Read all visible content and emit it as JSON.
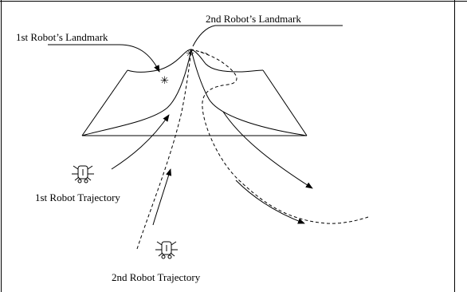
{
  "labels": {
    "first_landmark": "1st Robot’s Landmark",
    "second_landmark": "2nd Robot’s Landmark",
    "first_trajectory": "1st Robot Trajectory",
    "second_trajectory": "2nd Robot Trajectory"
  },
  "landmark_symbol": "✳",
  "colors": {
    "ink": "#000000",
    "background": "#ffffff"
  },
  "icons": [
    "robot-icon",
    "landmark-star-icon"
  ]
}
